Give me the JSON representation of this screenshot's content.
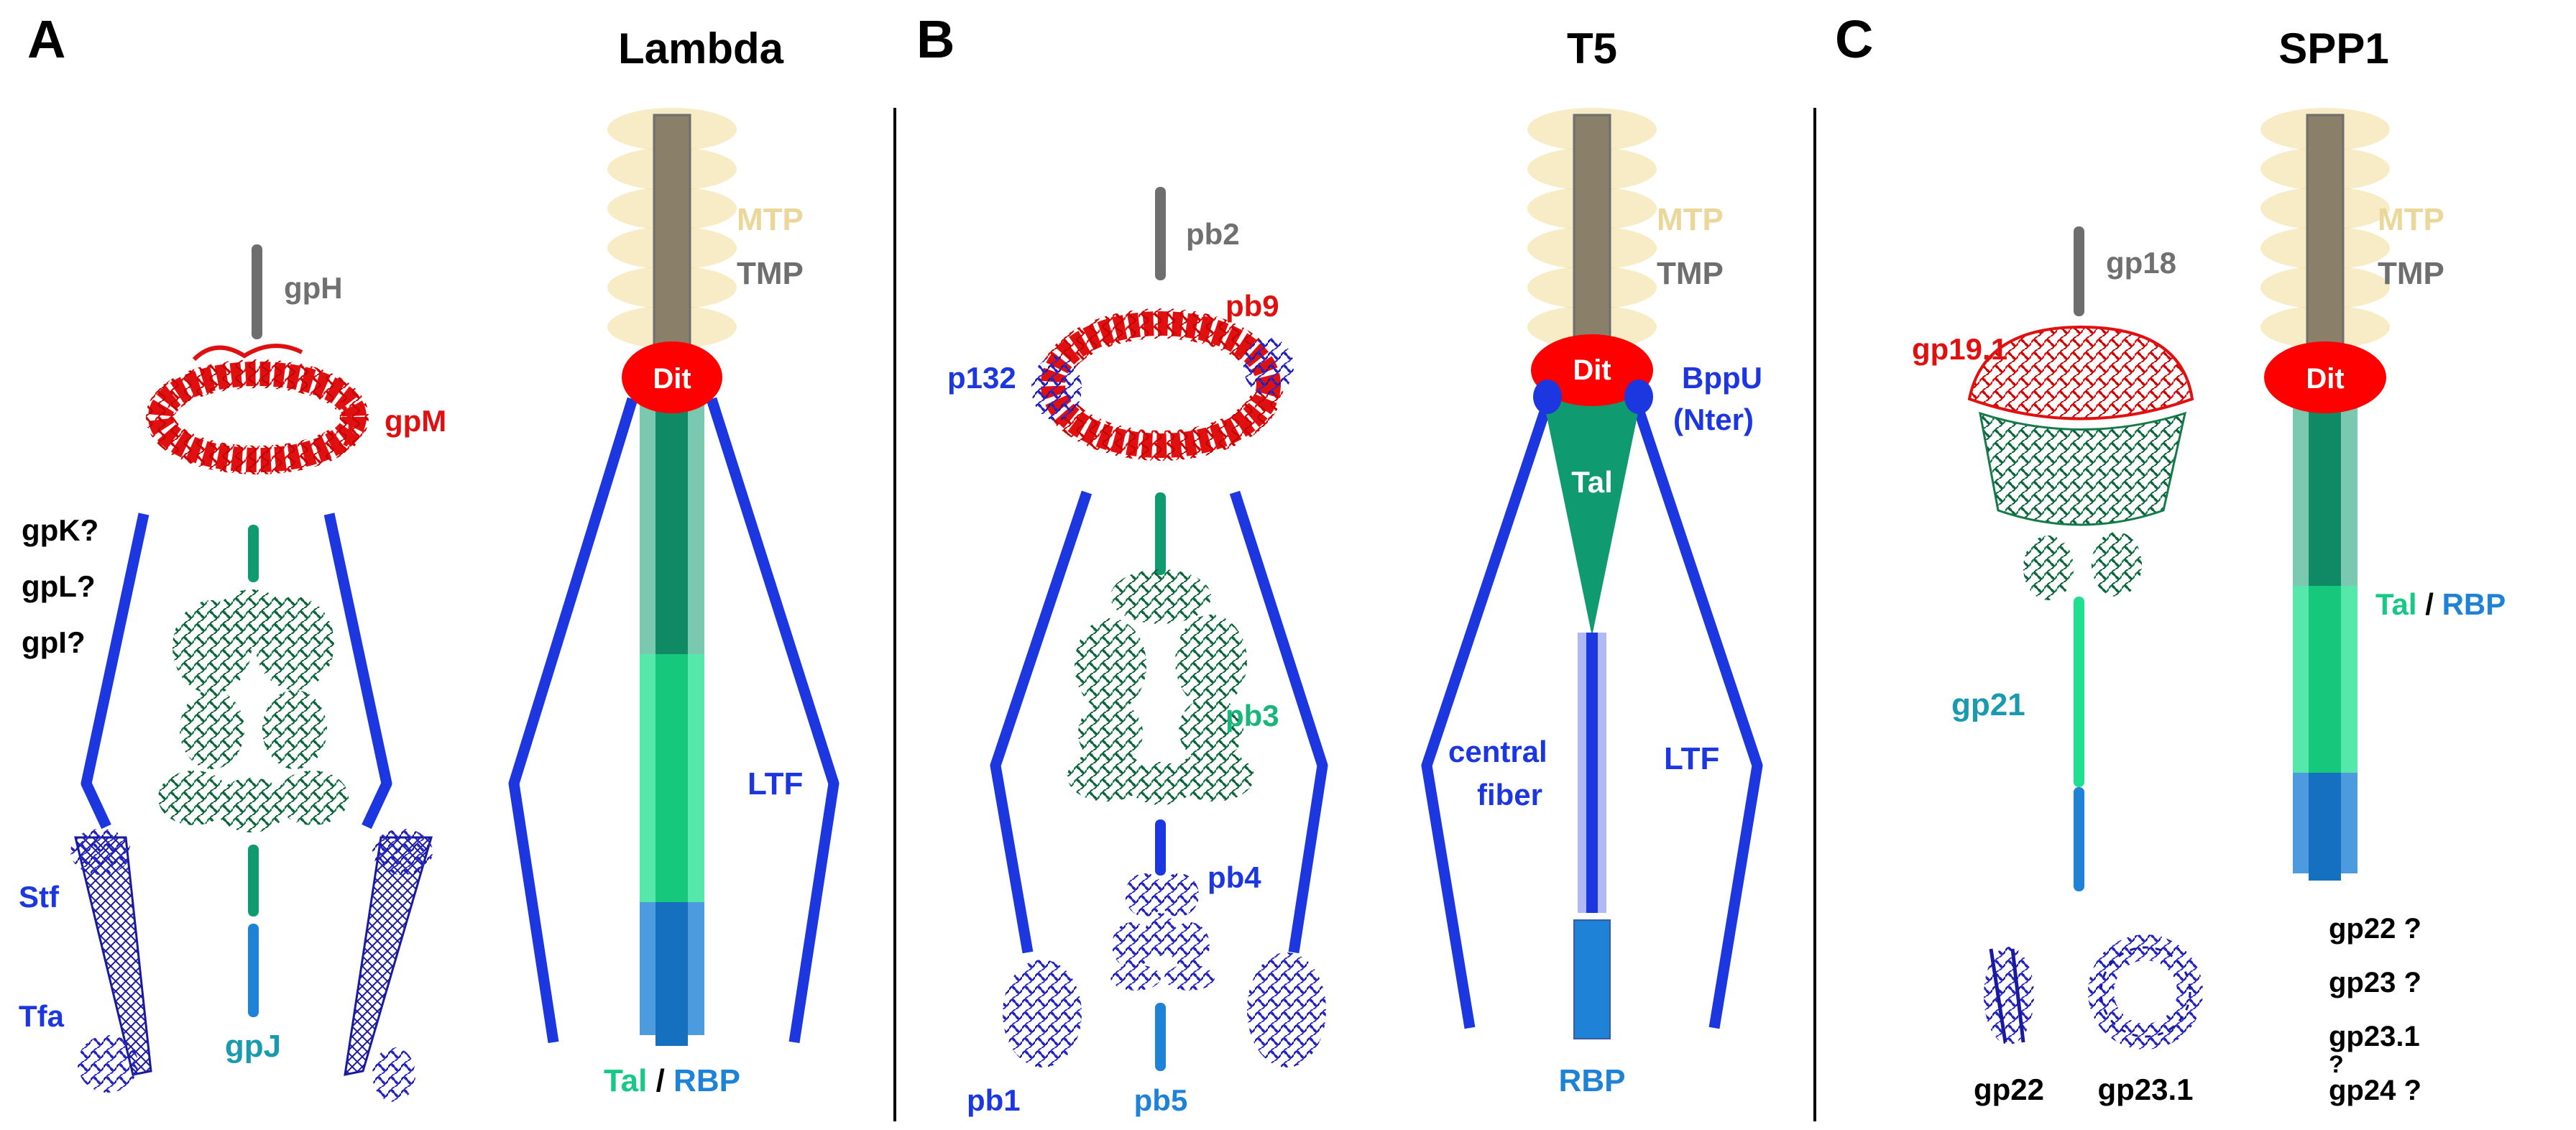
{
  "panel_letters": {
    "a": "A",
    "b": "B",
    "c": "C"
  },
  "phages": {
    "lambda": "Lambda",
    "t5": "T5",
    "spp1": "SPP1"
  },
  "lambda": {
    "gpH": "gpH",
    "gpM": "gpM",
    "gpK": "gpK?",
    "gpL": "gpL?",
    "gpI": "gpI?",
    "stf": "Stf",
    "tfa": "Tfa",
    "gpJ": "gpJ",
    "mtp": "MTP",
    "tmp": "TMP",
    "dit": "Dit",
    "ltf": "LTF",
    "tal": "Tal",
    "slash": " / ",
    "rbp": "RBP"
  },
  "t5": {
    "pb2": "pb2",
    "pb9": "pb9",
    "p132": "p132",
    "pb3": "pb3",
    "pb4": "pb4",
    "pb1": "pb1",
    "pb5": "pb5",
    "mtp": "MTP",
    "tmp": "TMP",
    "dit": "Dit",
    "bppu": "BppU",
    "nter": "(Nter)",
    "tal": "Tal",
    "central": "central",
    "fiber": "fiber",
    "ltf": "LTF",
    "rbp": "RBP"
  },
  "spp1": {
    "gp18": "gp18",
    "gp19_1": "gp19.1",
    "gp21": "gp21",
    "gp22": "gp22",
    "gp23_1": "gp23.1",
    "mtp": "MTP",
    "tmp": "TMP",
    "dit": "Dit",
    "tal": "Tal",
    "slash": " / ",
    "rbp": "RBP",
    "q_gp22": "gp22 ?",
    "q_gp23": "gp23 ?",
    "q_gp23_1": "gp23.1",
    "q_mark": "?",
    "q_gp24": "gp24 ?"
  },
  "colors": {
    "dit_red": "#ff0000",
    "fiber_blue": "#1c36e0",
    "tmp_gray": "#6e6e6e",
    "mtp_tan": "#f2dfa0",
    "tal_green": "#0f9a70",
    "tal_light": "#1ee08e",
    "rbp_blue": "#1e82d6",
    "text_gray": "#707070",
    "protein_red": "#e01010",
    "protein_green": "#157a4a",
    "protein_blue": "#1a1aa0"
  }
}
